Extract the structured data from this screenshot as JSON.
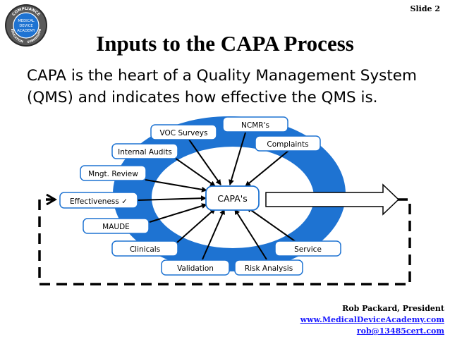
{
  "slide": {
    "number_label": "Slide 2",
    "title": "Inputs to the CAPA Process",
    "body_line1": "CAPA is the heart of a Quality Management System",
    "body_line2": "(QMS) and indicates how effective the QMS is."
  },
  "logo": {
    "top_text": "COMPLIANCE",
    "center_line1": "MEDICAL",
    "center_line2": "DEVICE",
    "center_line3": "ACADEMY",
    "left_text": "EDUCATION",
    "right_text": "SUBMISSIONS"
  },
  "diagram": {
    "center_label": "CAPA's",
    "inputs": {
      "ncmr": "NCMR's",
      "voc": "VOC Surveys",
      "complaints": "Complaints",
      "internal_audits": "Internal Audits",
      "mgmt_review": "Mngt. Review",
      "effectiveness": "Effectiveness ✓",
      "maude": "MAUDE",
      "clinicals": "Clinicals",
      "service": "Service",
      "validation": "Validation",
      "risk_analysis": "Risk Analysis"
    },
    "colors": {
      "ring": "#1e73d2",
      "box_border": "#1e73d2",
      "arrow": "#000000"
    }
  },
  "footer": {
    "name": "Rob Packard, President",
    "website": "www.MedicalDeviceAcademy.com",
    "email": "rob@13485cert.com"
  }
}
